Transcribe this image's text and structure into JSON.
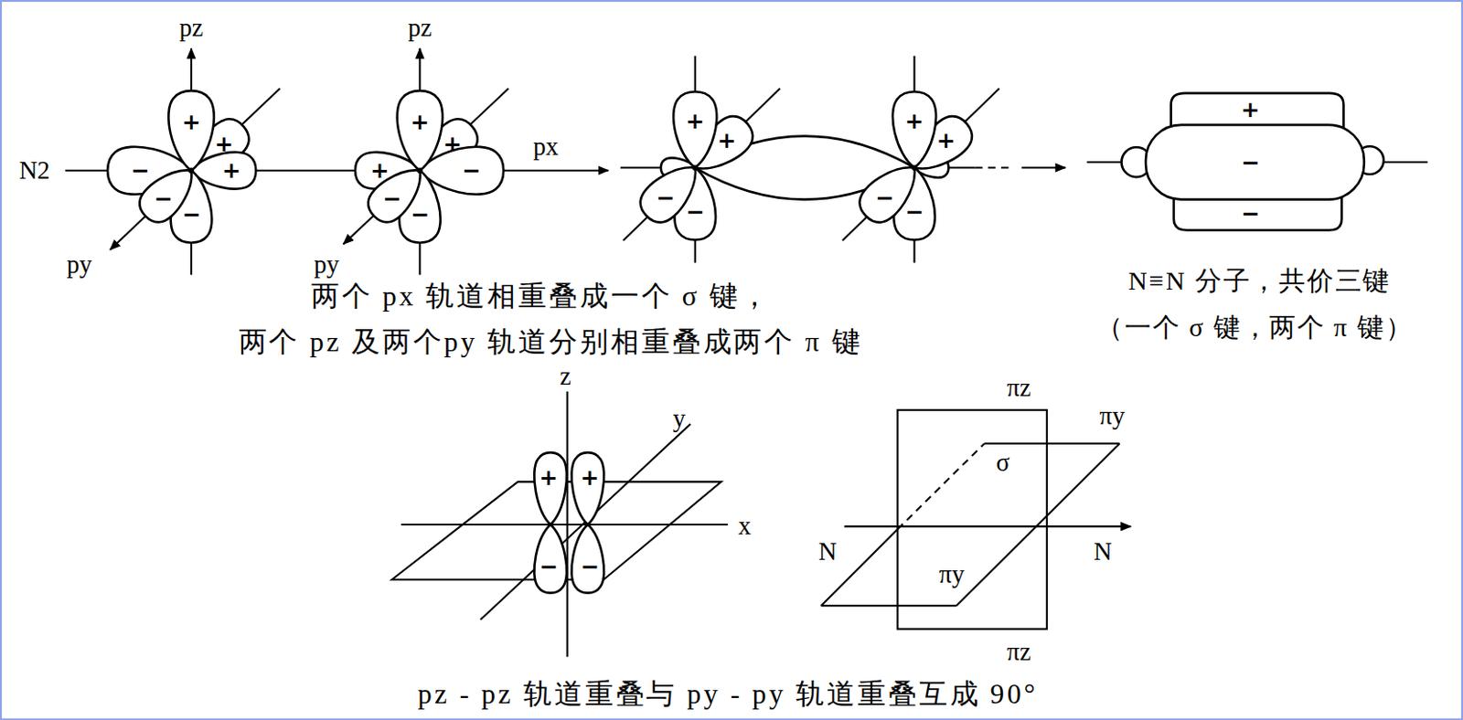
{
  "diagram": {
    "labels": [
      "pz",
      "pz",
      "N2",
      "px",
      "py",
      "py",
      "+",
      "+",
      "+",
      "−",
      "−",
      "−",
      "+",
      "+",
      "+",
      "−",
      "−",
      "−",
      "+",
      "+",
      "−",
      "−",
      "+",
      "+",
      "−",
      "−",
      "+",
      "−",
      "−",
      "两个 px 轨道相重叠成一个 σ 键，",
      "两个 pz 及两个py 轨道分别相重叠成两个 π 键",
      "N≡N 分子，共价三键",
      "（一个 σ 键，两个 π 键）",
      "z",
      "y",
      "x",
      "+",
      "+",
      "−",
      "−",
      "πz",
      "πy",
      "σ",
      "N",
      "N",
      "πy",
      "πz",
      "pz - pz 轨道重叠与 py - py 轨道重叠互成 90°"
    ]
  }
}
